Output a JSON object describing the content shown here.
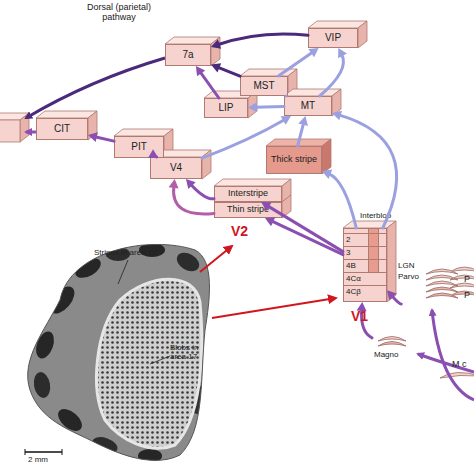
{
  "diagram": {
    "nodes": [
      {
        "text": [
          "7a"
        ]
      },
      {
        "text": [
          "VIP"
        ]
      },
      {
        "text": [
          "MST"
        ]
      },
      {
        "text": [
          "LIP"
        ]
      },
      {
        "text": [
          "MT"
        ]
      },
      {
        "text": [
          "CIT"
        ]
      },
      {
        "text": [
          "PIT"
        ]
      },
      {
        "text": [
          "V4"
        ]
      },
      {
        "text": [
          "Thick stripe"
        ]
      },
      {
        "text": [
          "Interstripe"
        ]
      },
      {
        "text": [
          "Thin stripe"
        ]
      },
      {
        "text": [
          "Interblob",
          "2",
          "3",
          "4B",
          "4Cα",
          "4Cβ"
        ]
      },
      {
        "text": [
          "LGN Parvo"
        ]
      },
      {
        "text": [
          "Magno"
        ]
      }
    ],
    "edges": [
      {
        "from": 4,
        "to": 2,
        "arrow": "to"
      },
      {
        "from": 2,
        "to": 1,
        "arrow": "to"
      },
      {
        "from": 4,
        "to": 1,
        "arrow": "to"
      },
      {
        "from": 1,
        "to": 0,
        "arrow": "to"
      },
      {
        "from": 2,
        "to": 0,
        "arrow": "to"
      },
      {
        "from": 3,
        "to": 0,
        "arrow": "to"
      },
      {
        "from": 4,
        "to": 3,
        "arrow": "to"
      },
      {
        "from": 7,
        "to": 6,
        "arrow": "to"
      },
      {
        "from": 6,
        "to": 5,
        "arrow": "to"
      },
      {
        "from": 9,
        "to": 7,
        "arrow": "to"
      },
      {
        "from": 10,
        "to": 7,
        "arrow": "to"
      },
      {
        "from": 8,
        "to": 4,
        "arrow": "to"
      },
      {
        "from": 7,
        "to": 4,
        "arrow": "to"
      },
      {
        "from": 11,
        "to": 8,
        "arrow": "to"
      },
      {
        "from": 11,
        "to": 9,
        "arrow": "to"
      },
      {
        "from": 11,
        "to": 10,
        "arrow": "to"
      },
      {
        "from": 11,
        "to": 4,
        "arrow": "to"
      },
      {
        "from": 12,
        "to": 11,
        "arrow": "to"
      },
      {
        "from": 13,
        "to": 11,
        "arrow": "to"
      }
    ],
    "labels": [
      "Dorsal (parietal) pathway",
      "V2",
      "V1",
      "Stripes in area 18",
      "Blobs in area 17",
      "2 mm",
      "P",
      "P",
      "M c"
    ]
  }
}
